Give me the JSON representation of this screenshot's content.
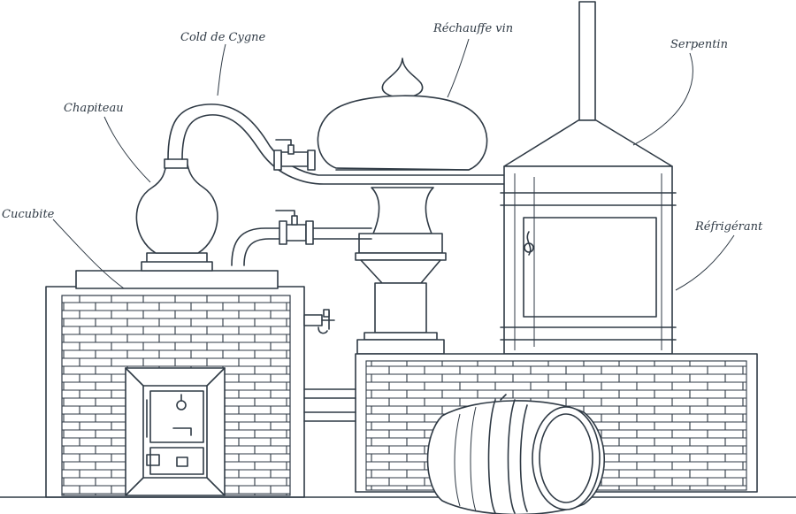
{
  "labels": {
    "cold_de_cygne": "Cold de Cygne",
    "rechauffe_vin": "Réchauffe vin",
    "serpentin": "Serpentin",
    "chapiteau": "Chapiteau",
    "cucubite": "Cucubite",
    "refrigerant": "Réfrigérant"
  },
  "colors": {
    "ink": "#2f3a45",
    "paper": "#ffffff"
  }
}
